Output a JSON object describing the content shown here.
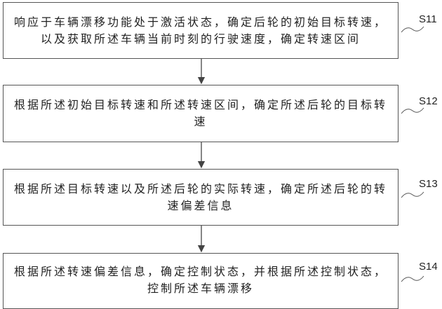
{
  "steps": [
    {
      "id": "S11",
      "text": "响应于车辆漂移功能处于激活状态，确定后轮的初始目标转速，以及获取所述车辆当前时刻的行驶速度，确定转速区间"
    },
    {
      "id": "S12",
      "text": "根据所述初始目标转速和所述转速区间，确定所述后轮的目标转速"
    },
    {
      "id": "S13",
      "text": "根据所述目标转速以及所述后轮的实际转速，确定所述后轮的转速偏差信息"
    },
    {
      "id": "S14",
      "text": "根据所述转速偏差信息，确定控制状态，并根据所述控制状态，控制所述车辆漂移"
    }
  ]
}
